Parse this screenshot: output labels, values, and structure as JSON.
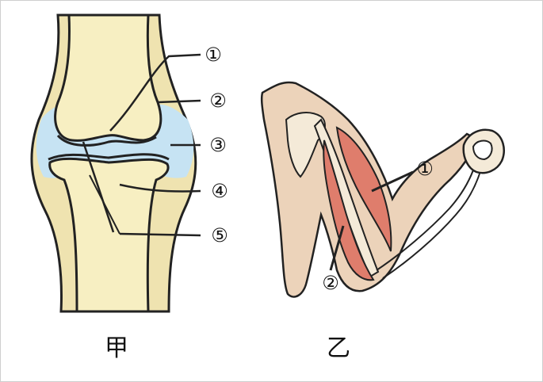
{
  "figure_jia": {
    "caption": "甲",
    "labels": [
      "①",
      "②",
      "③",
      "④",
      "⑤"
    ]
  },
  "figure_yi": {
    "caption": "乙",
    "labels": [
      "①",
      "②"
    ]
  },
  "colors": {
    "bone": "#f7efc2",
    "capsule": "#efe3b0",
    "cartilage": "#c6e3f3",
    "arm": "#ecd3ba",
    "muscle": "#df7d6c",
    "outline": "#222222"
  }
}
